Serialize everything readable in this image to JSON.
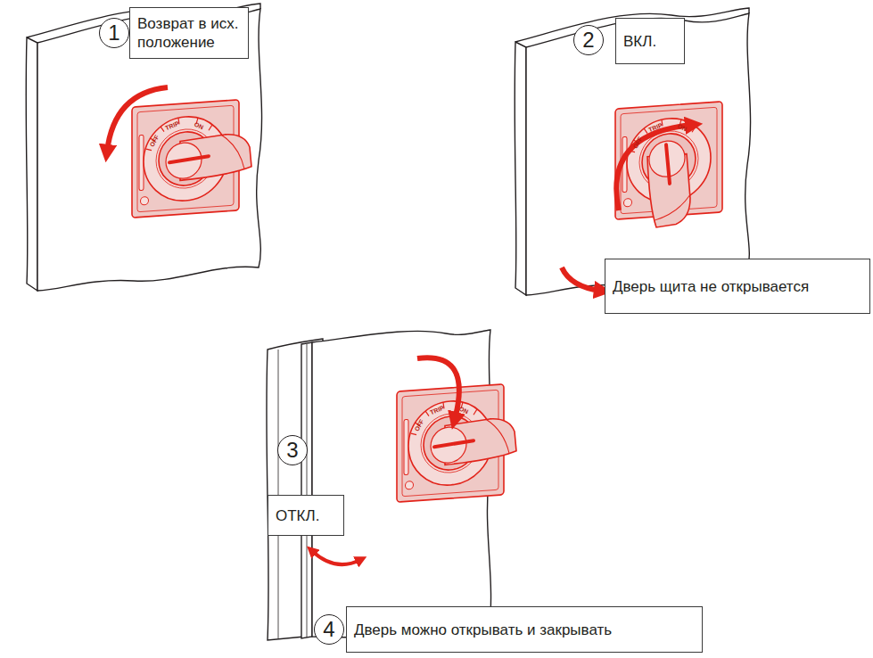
{
  "diagram": {
    "nodes": [
      {
        "text": [
          "1"
        ]
      },
      {
        "text": [
          "Возврат в исх. положение"
        ]
      },
      {
        "text": [
          "2"
        ]
      },
      {
        "text": [
          "ВКЛ."
        ]
      },
      {
        "text": [
          "Дверь щита не открывается"
        ]
      },
      {
        "text": [
          "3"
        ]
      },
      {
        "text": [
          "ОТКЛ."
        ]
      },
      {
        "text": [
          "4"
        ]
      },
      {
        "text": [
          "Дверь можно открывать и закрывать"
        ]
      }
    ],
    "labels": [
      "OFF",
      "TRIP",
      "ON",
      "OFF",
      "TRIP",
      "ON",
      "OFF",
      "TRIP",
      "ON"
    ]
  }
}
